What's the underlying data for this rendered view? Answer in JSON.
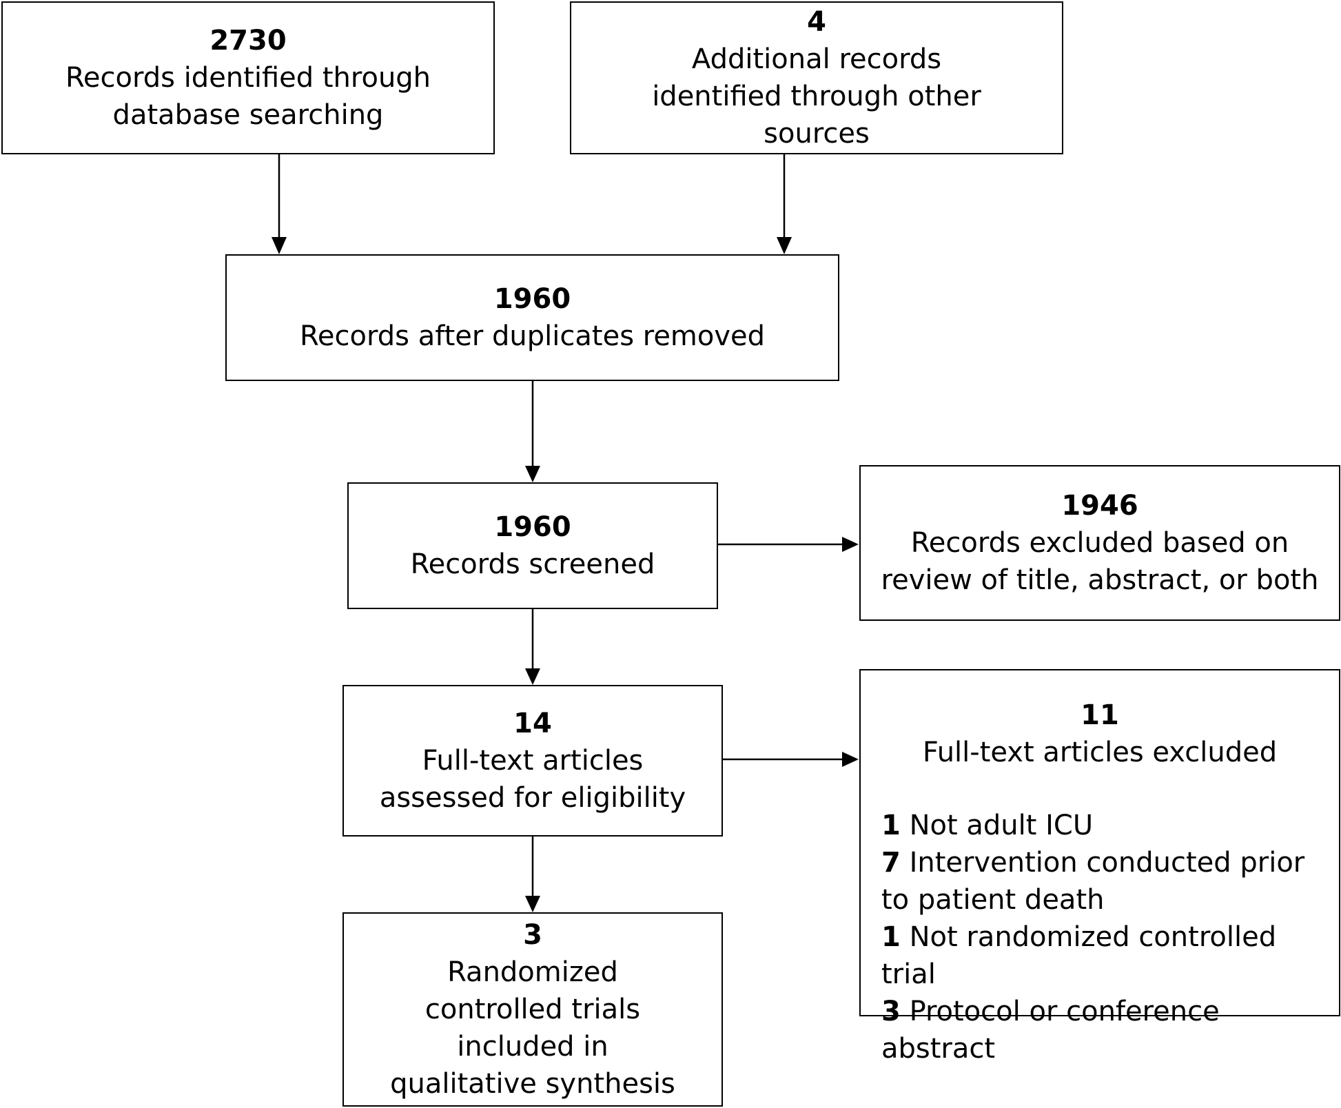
{
  "boxes": {
    "database": {
      "count": "2730",
      "label": "Records identified through database searching"
    },
    "other_sources": {
      "count": "4",
      "label": "Additional records identified through other sources"
    },
    "duplicates_removed": {
      "count": "1960",
      "label": "Records after duplicates removed"
    },
    "screened": {
      "count": "1960",
      "label": "Records screened"
    },
    "excluded_screening": {
      "count": "1946",
      "label": "Records excluded based on review of title, abstract, or both"
    },
    "fulltext_assessed": {
      "count": "14",
      "label": "Full-text articles assessed for eligibility"
    },
    "fulltext_excluded": {
      "count": "11",
      "label": "Full-text articles excluded",
      "reasons": [
        {
          "n": "1",
          "text": "Not adult ICU"
        },
        {
          "n": "7",
          "text": "Intervention conducted prior to patient death"
        },
        {
          "n": "1",
          "text": "Not randomized controlled trial"
        },
        {
          "n": "3",
          "text": "Protocol or conference abstract"
        }
      ]
    },
    "included": {
      "count": "3",
      "label": "Randomized controlled trials included in qualitative synthesis"
    }
  },
  "colors": {
    "stroke": "#000000",
    "background": "#ffffff"
  }
}
